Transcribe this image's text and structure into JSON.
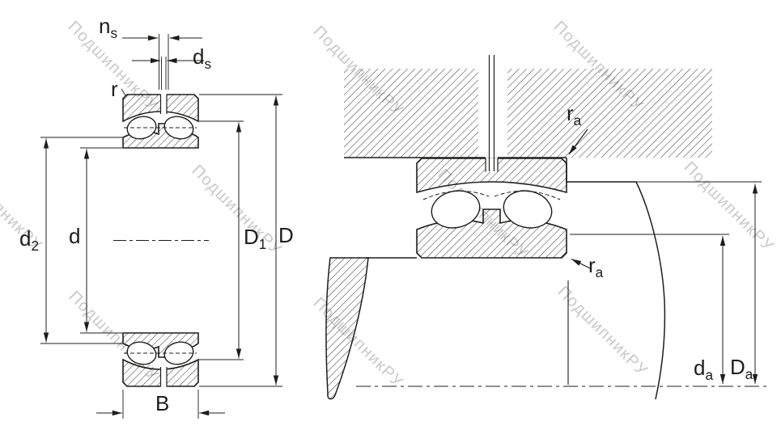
{
  "watermark": {
    "text": "ПодшипникРУ"
  },
  "colors": {
    "line": "#1d1d1b",
    "watermark": "#c9c9c9",
    "background": "#ffffff"
  },
  "left_view": {
    "labels": {
      "n_s": {
        "base": "n",
        "sub": "s"
      },
      "d_s": {
        "base": "d",
        "sub": "s"
      },
      "r": "r",
      "d_2": {
        "base": "d",
        "sub": "2"
      },
      "d": "d",
      "D_1": {
        "base": "D",
        "sub": "1"
      },
      "D": "D",
      "B": "B"
    }
  },
  "right_view": {
    "labels": {
      "r_a_top": {
        "base": "r",
        "sub": "a"
      },
      "r_a_bottom": {
        "base": "r",
        "sub": "a"
      },
      "d_a": {
        "base": "d",
        "sub": "a"
      },
      "D_a": {
        "base": "D",
        "sub": "a"
      }
    }
  }
}
